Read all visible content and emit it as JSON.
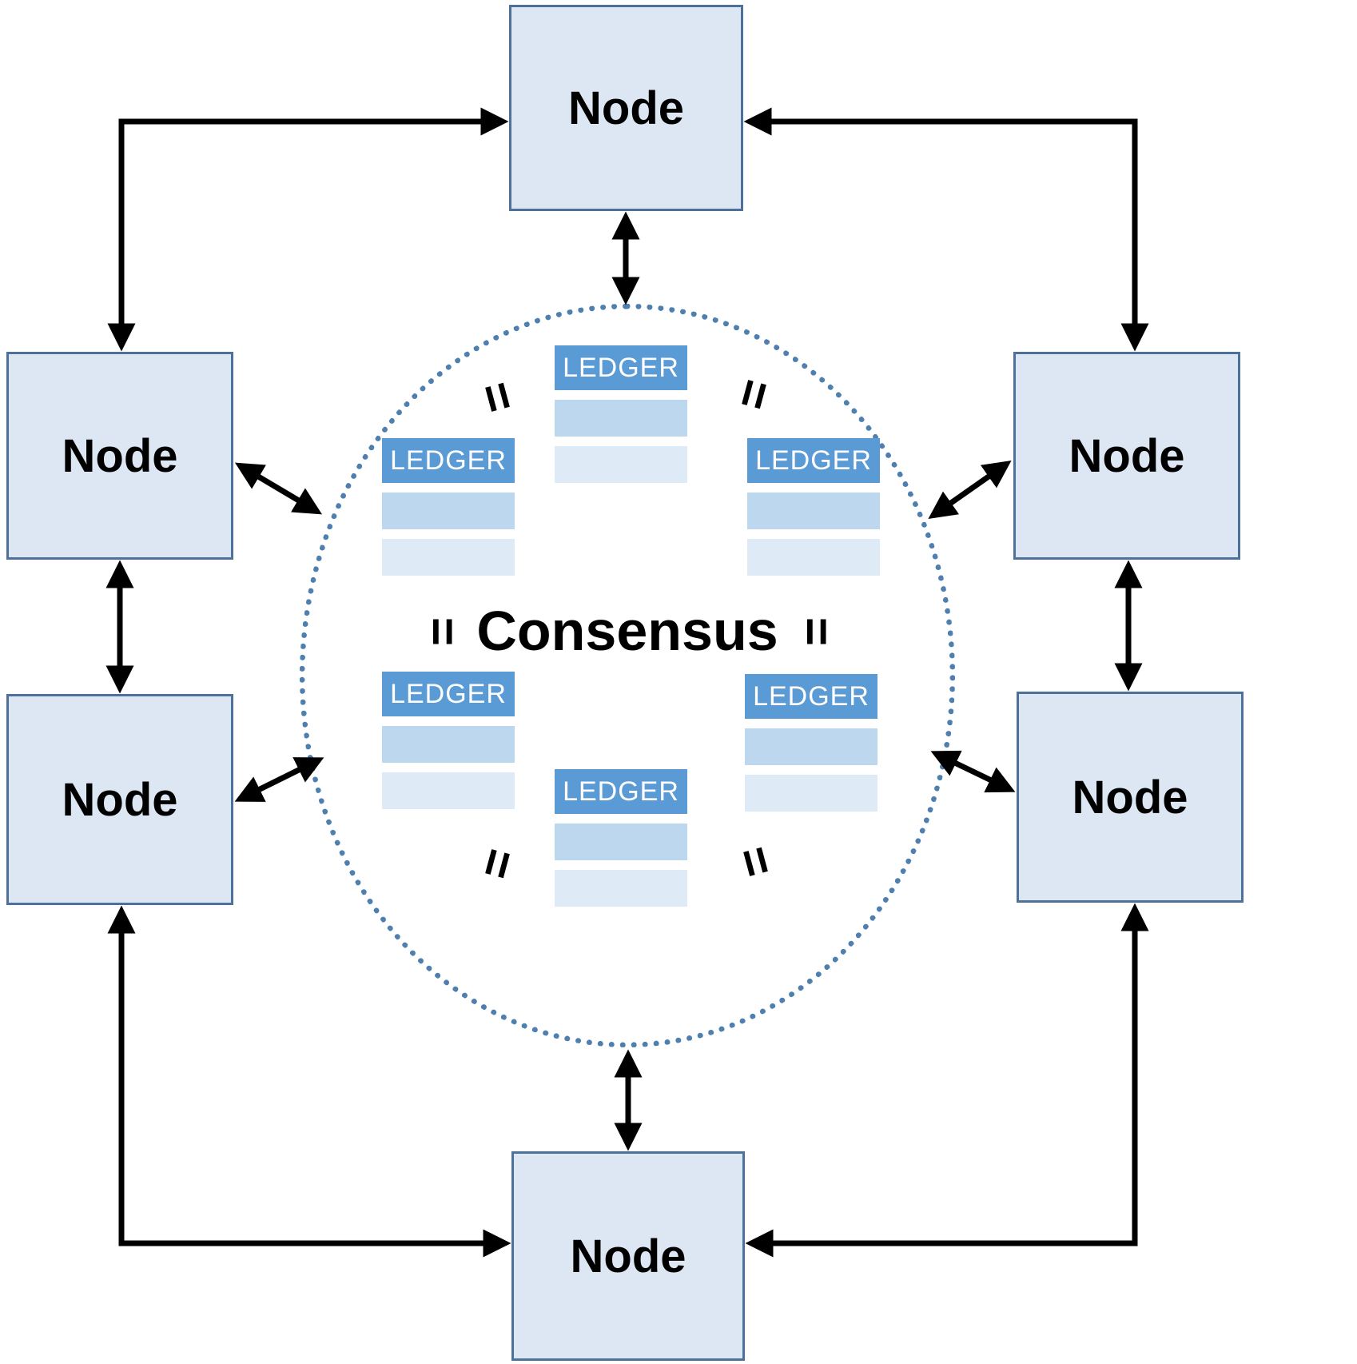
{
  "diagram": {
    "center_label": "Consensus",
    "equals_symbol": "=",
    "nodes": [
      {
        "id": "top",
        "label": "Node"
      },
      {
        "id": "left-upper",
        "label": "Node"
      },
      {
        "id": "right-upper",
        "label": "Node"
      },
      {
        "id": "left-lower",
        "label": "Node"
      },
      {
        "id": "right-lower",
        "label": "Node"
      },
      {
        "id": "bottom",
        "label": "Node"
      }
    ],
    "ledgers": [
      {
        "id": "top",
        "label": "LEDGER"
      },
      {
        "id": "upper-left",
        "label": "LEDGER"
      },
      {
        "id": "upper-right",
        "label": "LEDGER"
      },
      {
        "id": "lower-left",
        "label": "LEDGER"
      },
      {
        "id": "lower-right",
        "label": "LEDGER"
      },
      {
        "id": "bottom",
        "label": "LEDGER"
      }
    ],
    "colors": {
      "node_fill": "#dce7f3",
      "node_border": "#4d7198",
      "ledger_header": "#5b9bd5",
      "ledger_row_mid": "#bdd7ee",
      "ledger_row_light": "#dfeaf7",
      "circle_dotted": "#4e7fae",
      "arrow": "#000000"
    }
  }
}
